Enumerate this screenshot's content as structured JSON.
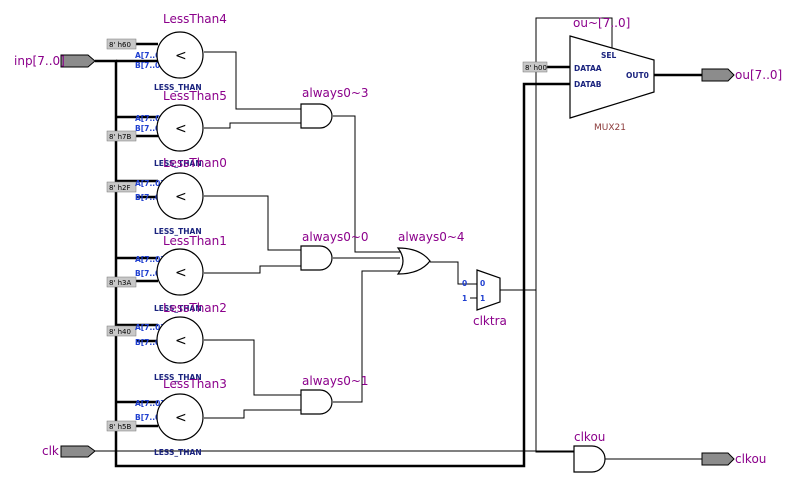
{
  "ports": {
    "inp": "inp[7..0]",
    "clk": "clk",
    "ou": "ou[7..0]",
    "clkou": "clkou"
  },
  "comparators": [
    {
      "name": "LessThan4",
      "const": "8' h60",
      "a": "A[7..0]",
      "b": "B[7..0]",
      "symbol": "<",
      "type": "LESS_THAN"
    },
    {
      "name": "LessThan5",
      "const": "8' h7B",
      "a": "A[7..0]",
      "b": "B[7..0]",
      "symbol": "<",
      "type": "LESS_THAN"
    },
    {
      "name": "LessThan0",
      "const": "8' h2F",
      "a": "A[7..0]",
      "b": "B[7..0]",
      "symbol": "<",
      "type": "LESS_THAN"
    },
    {
      "name": "LessThan1",
      "const": "8' h3A",
      "a": "A[7..0]",
      "b": "B[7..0]",
      "symbol": "<",
      "type": "LESS_THAN"
    },
    {
      "name": "LessThan2",
      "const": "8' h40",
      "a": "A[7..0]",
      "b": "B[7..0]",
      "symbol": "<",
      "type": "LESS_THAN"
    },
    {
      "name": "LessThan3",
      "const": "8' h5B",
      "a": "A[7..0]",
      "b": "B[7..0]",
      "symbol": "<",
      "type": "LESS_THAN"
    }
  ],
  "gates": {
    "g3": "always0~3",
    "g0": "always0~0",
    "g1": "always0~1",
    "g4": "always0~4",
    "clkou": "clkou"
  },
  "clktra": {
    "name": "clktra",
    "in0": "0",
    "in1": "1",
    "pin0": "0",
    "pin1": "1"
  },
  "mux": {
    "title": "ou~[7..0]",
    "const": "8' h00",
    "sel": "SEL",
    "dataa": "DATAA",
    "datab": "DATAB",
    "out": "OUT0",
    "type": "MUX21"
  }
}
